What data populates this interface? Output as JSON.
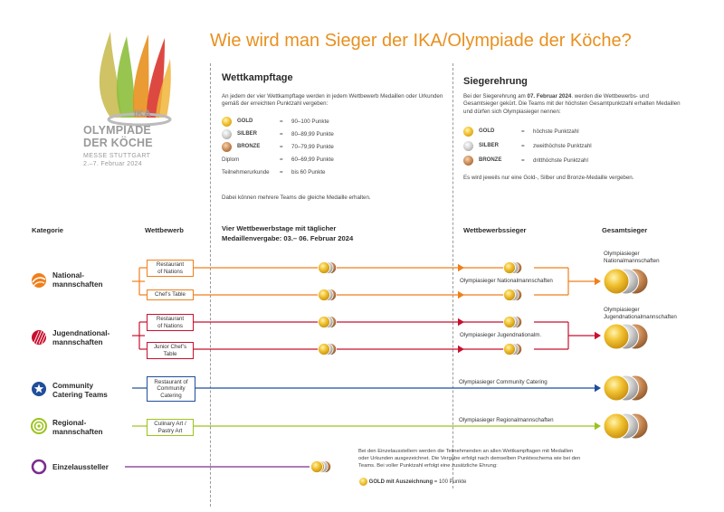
{
  "title": "Wie wird man Sieger der IKA/Olympiade der Köche?",
  "logo": {
    "brand": "IKA",
    "name_line1": "OLYMPIADE",
    "name_line2": "DER KÖCHE",
    "venue": "MESSE STUTTGART",
    "dates": "2.–7. Februar 2024"
  },
  "wettkampftage": {
    "heading": "Wettkampftage",
    "intro": "An jedem der vier Wettkampftage werden in jedem Wettbewerb Medaillen oder Urkunden gemäß der erreichten Punktzahl vergeben:",
    "awards": [
      {
        "label": "GOLD",
        "eq": "=",
        "value": "90–100 Punkte",
        "medal": "gold"
      },
      {
        "label": "SILBER",
        "eq": "=",
        "value": "80–89,99 Punkte",
        "medal": "silver"
      },
      {
        "label": "BRONZE",
        "eq": "=",
        "value": "70–79,99 Punkte",
        "medal": "bronze"
      },
      {
        "label": "Diplom",
        "eq": "=",
        "value": "60–69,99 Punkte",
        "medal": ""
      },
      {
        "label": "Teilnehmerurkunde",
        "eq": "=",
        "value": "bis 60 Punkte",
        "medal": ""
      }
    ],
    "note": "Dabei können mehrere Teams die gleiche Medaille erhalten."
  },
  "siegerehrung": {
    "heading": "Siegerehrung",
    "intro_pre": "Bei der Siegerehrung am ",
    "intro_date": "07. Februar 2024",
    "intro_post": ". werden die Wettbewerbs- und Gesamtsieger gekürt. Die Teams mit der höchsten Gesamtpunktzahl erhalten Medaillen und dürfen sich Olympiasieger nennen:",
    "awards": [
      {
        "label": "GOLD",
        "eq": "=",
        "value": "höchste Punktzahl",
        "medal": "gold"
      },
      {
        "label": "SILBER",
        "eq": "=",
        "value": "zweithöchste Punktzahl",
        "medal": "silver"
      },
      {
        "label": "BRONZE",
        "eq": "=",
        "value": "dritthöchste Punktzahl",
        "medal": "bronze"
      }
    ],
    "note": "Es wird jeweils nur eine Gold-, Silber und Bronze-Medaille vergeben."
  },
  "columns": {
    "kategorie": "Kategorie",
    "wettbewerb": "Wettbewerb",
    "tage_line1": "Vier Wettbewerbstage mit täglicher",
    "tage_line2": "Medaillenvergabe: 03.– 06. Februar 2024",
    "wettbewerbssieger": "Wettbewerbssieger",
    "gesamtsieger": "Gesamtsieger"
  },
  "categories": [
    {
      "line1": "National-",
      "line2": "mannschaften",
      "icon": "national-icon",
      "color": "#f07f1c"
    },
    {
      "line1": "Jugendnational-",
      "line2": "mannschaften",
      "icon": "jugend-icon",
      "color": "#c8102e"
    },
    {
      "line1": "Community",
      "line2": "Catering Teams",
      "icon": "star-icon",
      "color": "#1f4e9a"
    },
    {
      "line1": "Regional-",
      "line2": "mannschaften",
      "icon": "target-icon",
      "color": "#9bc31c"
    },
    {
      "line1": "Einzelaussteller",
      "line2": "",
      "icon": "ring-icon",
      "color": "#7b2d8e"
    }
  ],
  "competitions": [
    {
      "line1": "Restaurant",
      "line2": "of Nations",
      "line3": ""
    },
    {
      "line1": "Chef’s Table",
      "line2": "",
      "line3": ""
    },
    {
      "line1": "Restaurant",
      "line2": "of Nations",
      "line3": ""
    },
    {
      "line1": "Junior Chef’s",
      "line2": "Table",
      "line3": ""
    },
    {
      "line1": "Restaurant of",
      "line2": "Community",
      "line3": "Catering"
    },
    {
      "line1": "Culinary Art /",
      "line2": "Pastry Art",
      "line3": ""
    }
  ],
  "winner_labels": [
    "Olympiasieger Nationalmannschaften",
    "Olympiasieger Jugendnationalm.",
    "Olympiasieger Community Catering",
    "Olympiasieger Regionalmannschaften"
  ],
  "gesamtsieger": [
    {
      "line1": "Olympiasieger",
      "line2": "Nationalmannschaften"
    },
    {
      "line1": "Olympiasieger",
      "line2": "Jugendnationalmannschaften"
    }
  ],
  "einzel": {
    "text": "Bei den Einzelausstellern werden die Teilnehmenden an allen Wettkampftagen mit Medaillen oder Urkunden ausgezeichnet. Die Vergabe erfolgt nach demselben Punkteschema wie bei den Teams. Bei voller Punktzahl erfolgt eine zusätzliche Ehrung:",
    "award_label": "GOLD mit Auszeichnung",
    "award_value": "= 100 Punkte"
  },
  "colors": {
    "orange": "#f07f1c",
    "red": "#c8102e",
    "blue": "#1f4e9a",
    "green": "#9bc31c",
    "purple": "#7b2d8e",
    "title": "#e8901e"
  }
}
